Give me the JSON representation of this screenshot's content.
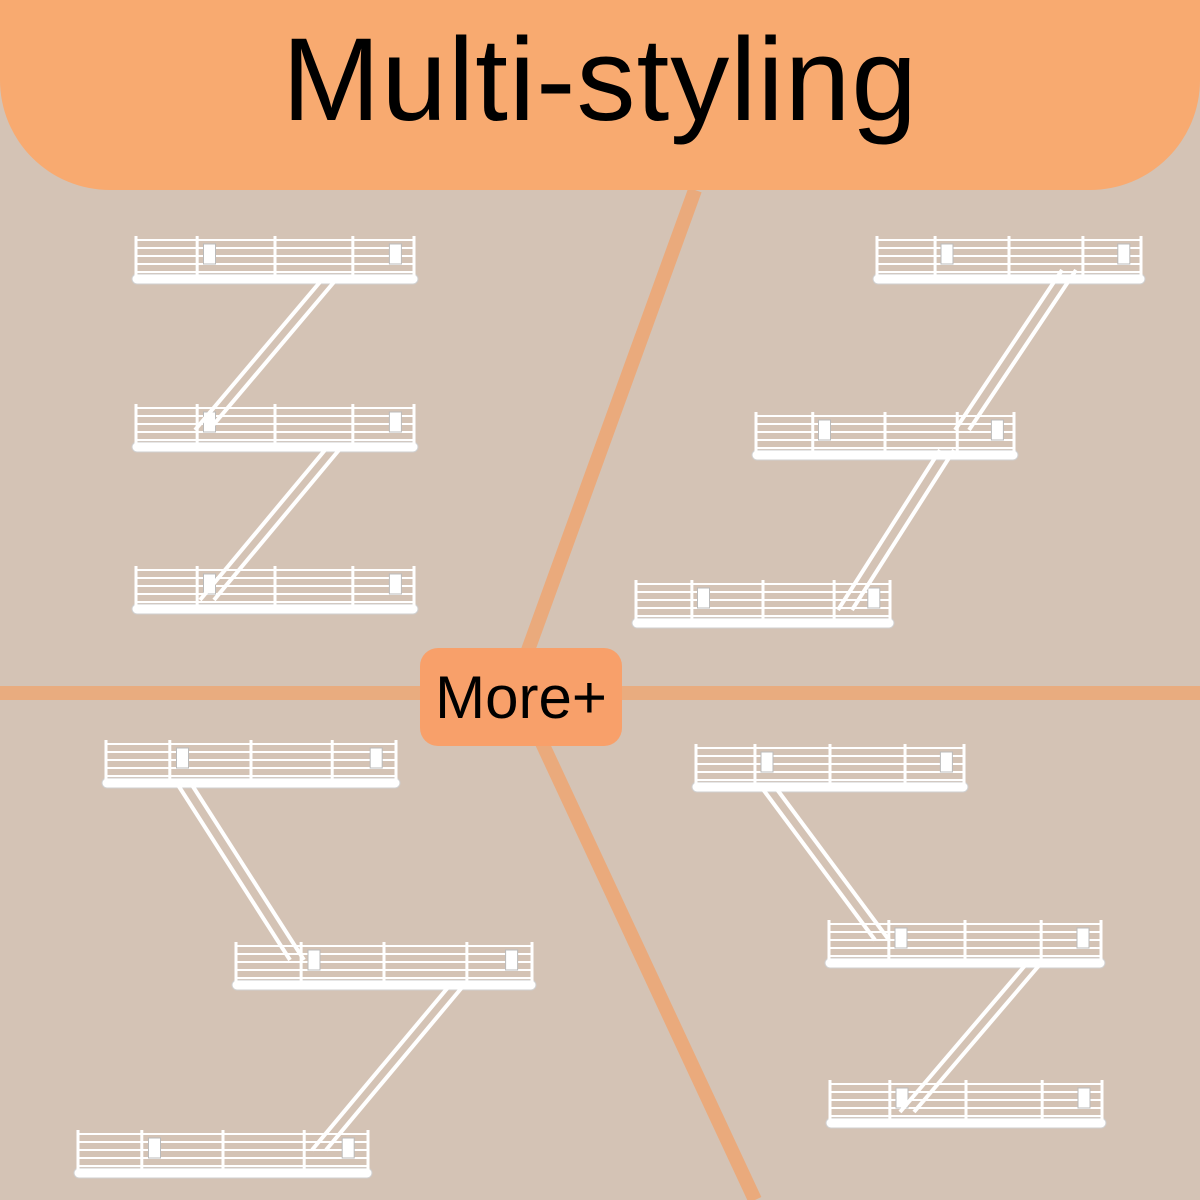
{
  "banner": {
    "title": "Multi-styling"
  },
  "more_button": {
    "label": "More+"
  },
  "colors": {
    "background": "#d4c3b5",
    "divider": "#f0a46e",
    "banner": "#f8aa70",
    "button": "#f8a06a",
    "shelf": "#ffffff",
    "shelf_shadow": "#cfcfcf"
  },
  "panels": [
    {
      "name": "style-1",
      "arrangement": "left-stacked"
    },
    {
      "name": "style-2",
      "arrangement": "right-stacked"
    },
    {
      "name": "style-3",
      "arrangement": "zigzag-right"
    },
    {
      "name": "style-4",
      "arrangement": "zigzag-left"
    }
  ]
}
